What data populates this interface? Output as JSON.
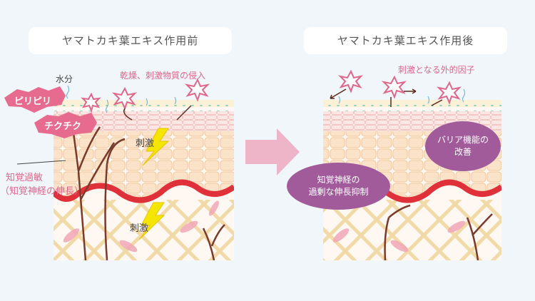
{
  "before": {
    "title": "ヤマトカキ葉エキス作用前",
    "water": "水分",
    "cause": "乾燥、刺激物質の侵入",
    "piripiri": "ピリピリ",
    "chikuchiku": "チクチク",
    "stimulus_top": "刺激",
    "stimulus_bottom": "刺激",
    "hypersensitivity": "知覚過敏",
    "nerve_growth": "（知覚神経の伸長）"
  },
  "after": {
    "title": "ヤマトカキ葉エキス作用後",
    "cause": "刺激となる外的因子",
    "barrier": [
      "バリア機能の",
      "改善"
    ],
    "suppression": [
      "知覚神経の",
      "過剰な伸長抑制"
    ]
  },
  "colors": {
    "pink_text": "#e0668a",
    "bubble": "#a15b9b",
    "arrow": "#eeb5c8",
    "lightning": "#f4e600"
  }
}
